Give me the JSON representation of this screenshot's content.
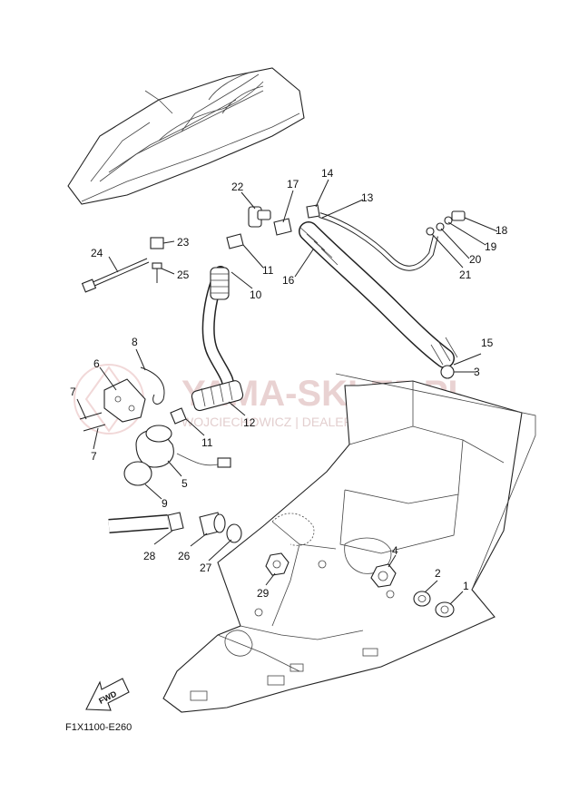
{
  "diagram": {
    "code": "F1X1100-E260",
    "fwd_label": "FWD",
    "watermark": {
      "title": "YAMA-SKLEP.PL",
      "subtitle": "WOJCIECHOWICZ | DEALER YAMAHA"
    },
    "callouts": [
      "1",
      "2",
      "3",
      "4",
      "5",
      "6",
      "7",
      "7",
      "8",
      "9",
      "10",
      "11",
      "11",
      "12",
      "13",
      "14",
      "15",
      "16",
      "17",
      "18",
      "19",
      "20",
      "21",
      "22",
      "23",
      "24",
      "25",
      "26",
      "27",
      "28",
      "29"
    ]
  }
}
